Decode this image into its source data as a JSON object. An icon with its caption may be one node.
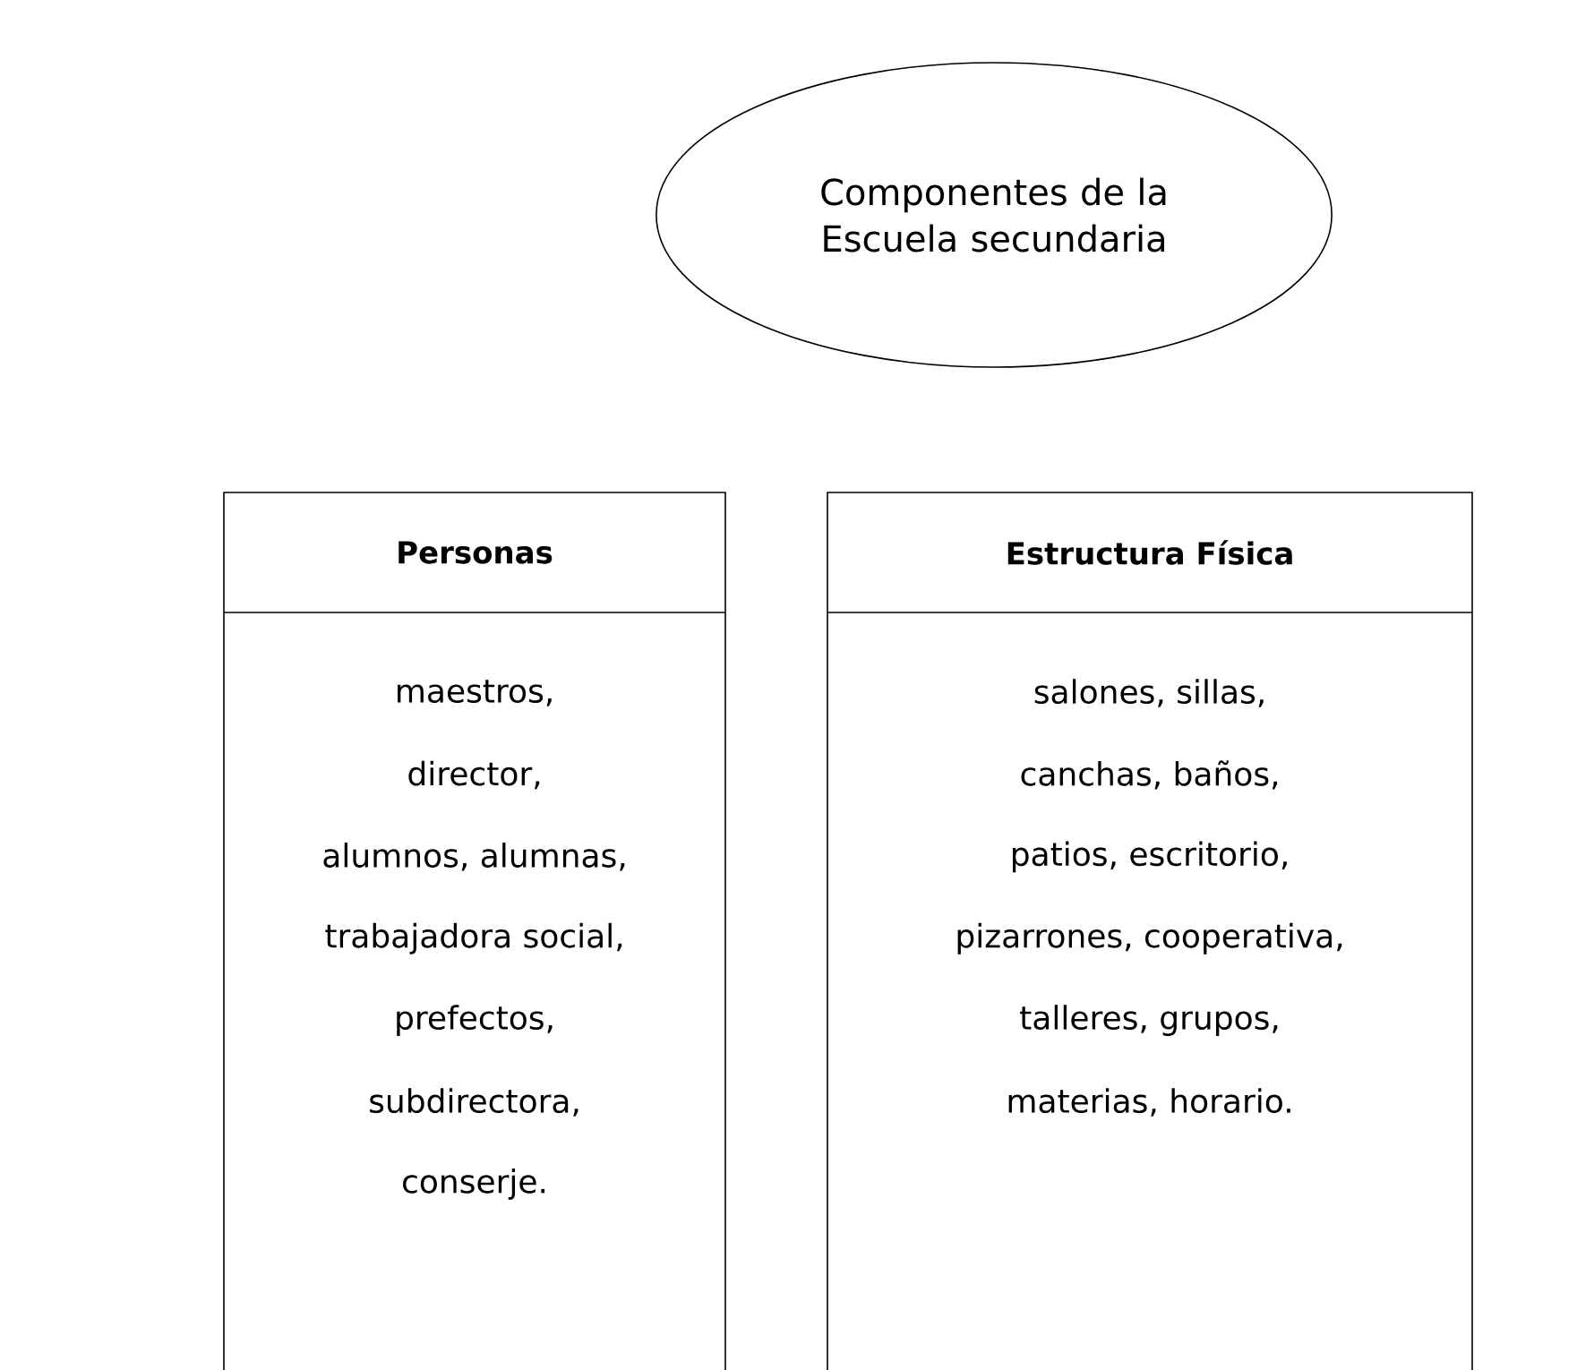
{
  "diagram": {
    "nodes": [
      {
        "text": [
          "Componentes de la Escuela secundaria"
        ]
      },
      {
        "text": [
          "Personas",
          "maestros,",
          "director,",
          "alumnos, alumnas,",
          "trabajadora social,",
          "prefectos,",
          "subdirectora,",
          "conserje."
        ]
      },
      {
        "text": [
          "Estructura Física",
          "salones, sillas,",
          "canchas, baños,",
          "patios, escritorio,",
          "pizarrones, cooperativa,",
          "talleres, grupos,",
          "materias, horario."
        ]
      }
    ],
    "edges": []
  }
}
